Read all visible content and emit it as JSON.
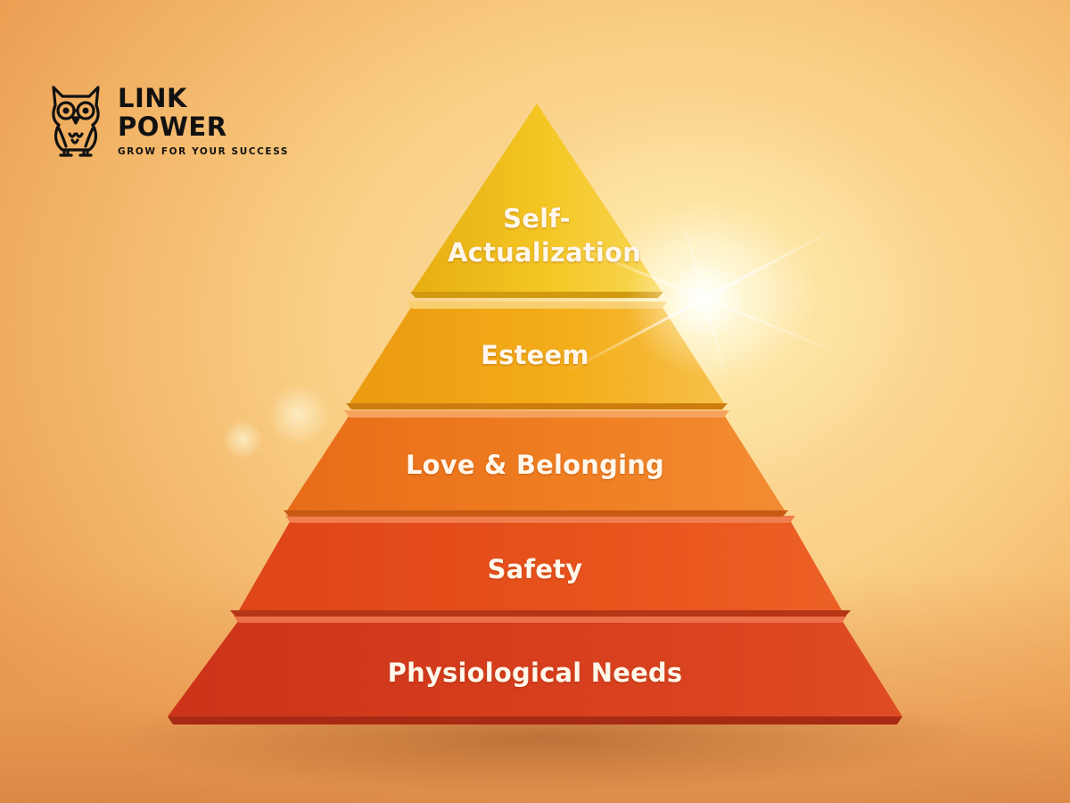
{
  "brand": {
    "name_line1": "LINK",
    "name_line2": "POWER",
    "tagline": "GROW FOR YOUR SUCCESS",
    "logo_icon": "owl-icon"
  },
  "pyramid": {
    "levels": [
      {
        "label_line1": "Self-",
        "label_line2": "Actualization",
        "color": "#f2c21c"
      },
      {
        "label": "Esteem",
        "color": "#f3ab16"
      },
      {
        "label": "Love & Belonging",
        "color": "#ee7a1e"
      },
      {
        "label": "Safety",
        "color": "#e54e1a"
      },
      {
        "label": "Physiological Needs",
        "color": "#d43b1c"
      }
    ]
  },
  "colors": {
    "background_center": "#fde3a6",
    "background_edge": "#ea9d52",
    "label_text": "#fff7ea"
  }
}
